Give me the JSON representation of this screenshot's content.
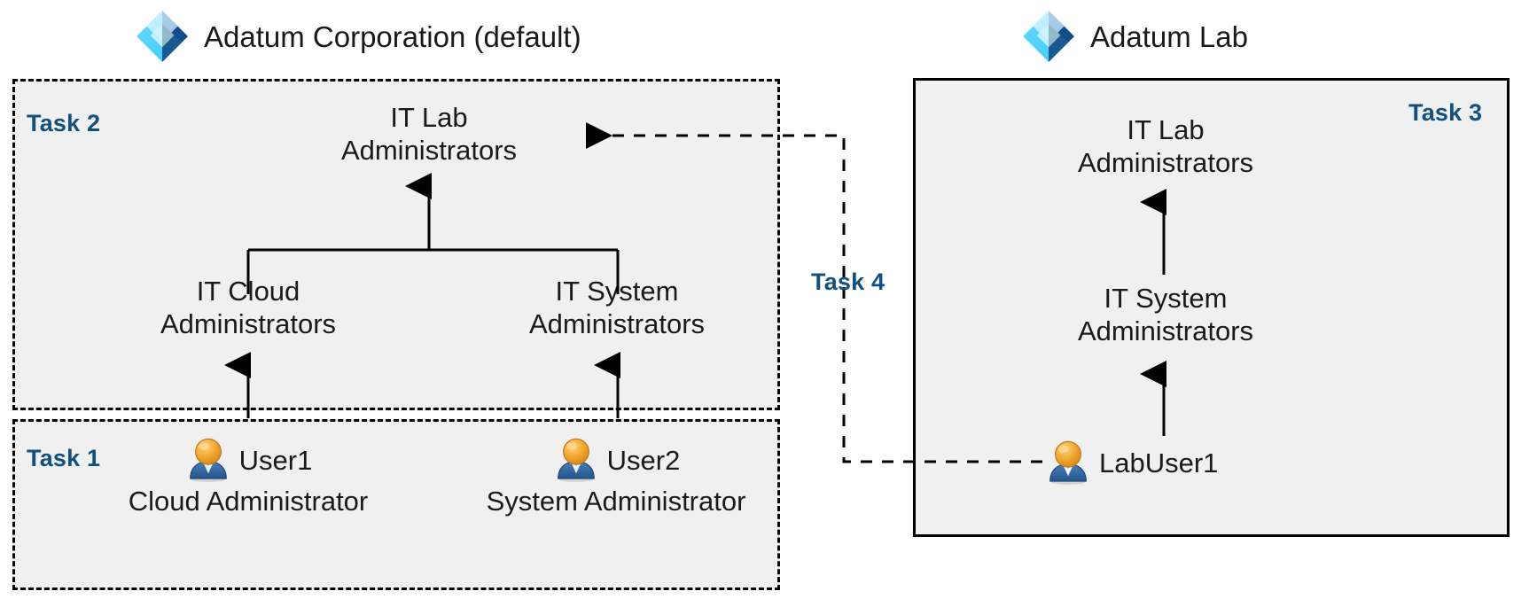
{
  "diagram": {
    "title_left": "Adatum Corporation (default)",
    "title_right": "Adatum Lab",
    "logo_icon": "azure-active-directory-icon"
  },
  "tenants": [
    {
      "id": "adatum-corporation",
      "name": "Adatum Corporation (default)",
      "panels": [
        {
          "id": "task-2",
          "label": "Task 2",
          "border": "dashed",
          "nodes": [
            {
              "id": "it-lab-administrators",
              "text": "IT Lab\nAdministrators"
            },
            {
              "id": "it-cloud-administrators",
              "text": "IT Cloud\nAdministrators"
            },
            {
              "id": "it-system-administrators",
              "text": "IT System\nAdministrators"
            }
          ]
        },
        {
          "id": "task-1",
          "label": "Task 1",
          "border": "dashed",
          "users": [
            {
              "id": "user1",
              "name": "User1",
              "role": "Cloud Administrator",
              "icon": "user-icon"
            },
            {
              "id": "user2",
              "name": "User2",
              "role": "System Administrator",
              "icon": "user-icon"
            }
          ]
        }
      ]
    },
    {
      "id": "adatum-lab",
      "name": "Adatum Lab",
      "panels": [
        {
          "id": "task-3",
          "label": "Task 3",
          "border": "solid",
          "nodes": [
            {
              "id": "lab-it-lab-administrators",
              "text": "IT Lab\nAdministrators"
            },
            {
              "id": "lab-it-system-administrators",
              "text": "IT System\nAdministrators"
            }
          ],
          "users": [
            {
              "id": "labuser1",
              "name": "LabUser1",
              "icon": "user-icon"
            }
          ]
        }
      ]
    }
  ],
  "connectors": {
    "task_4": {
      "label": "Task 4",
      "style": "dashed",
      "from": "labuser1",
      "to": "it-lab-administrators"
    }
  },
  "colors": {
    "task_label": "#11507f",
    "panel_fill": "#f0f0f0",
    "border": "#000000",
    "page_bg": "#ffffff",
    "logo_light_blue": "#50d9ff",
    "logo_mid_blue": "#2196e8",
    "logo_dark_blue": "#11497f",
    "user_head": "#f0a030",
    "user_body": "#2f6096"
  }
}
